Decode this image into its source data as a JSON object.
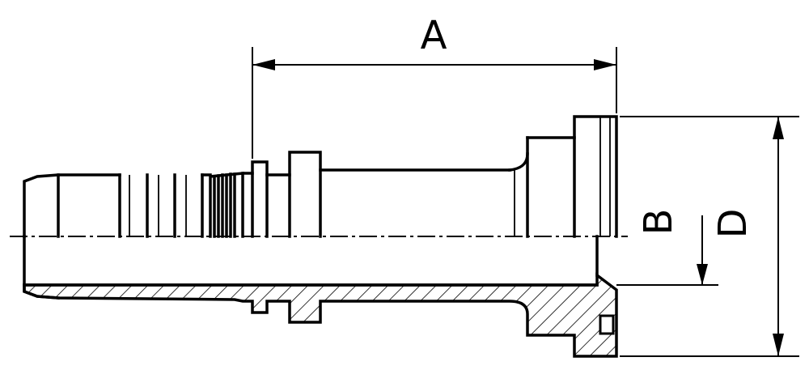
{
  "drawing": {
    "dimension_labels": {
      "a": "A",
      "b": "B",
      "d": "D"
    },
    "line_color": "#000000",
    "background_color": "#ffffff"
  }
}
